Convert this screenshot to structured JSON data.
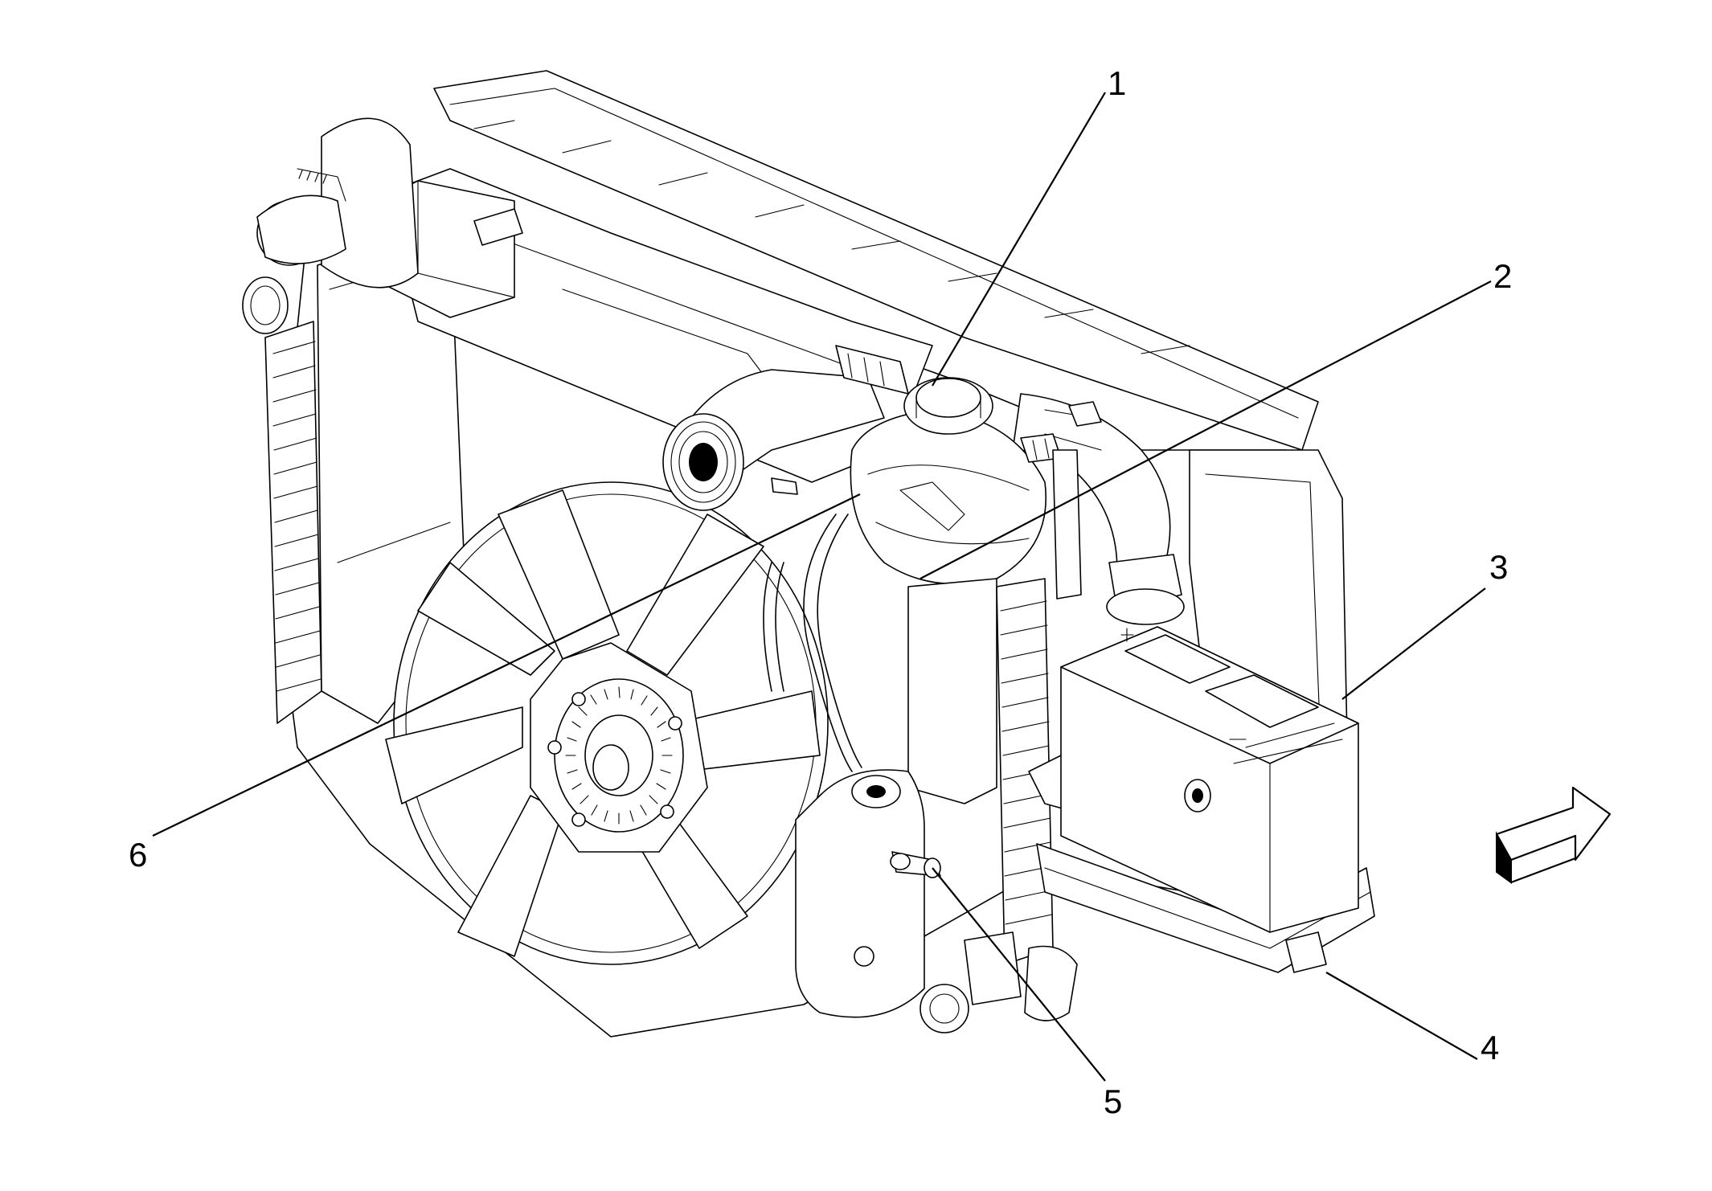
{
  "callouts": [
    "1",
    "2",
    "3",
    "4",
    "5",
    "6"
  ],
  "direction_arrow": "front-arrow-icon"
}
